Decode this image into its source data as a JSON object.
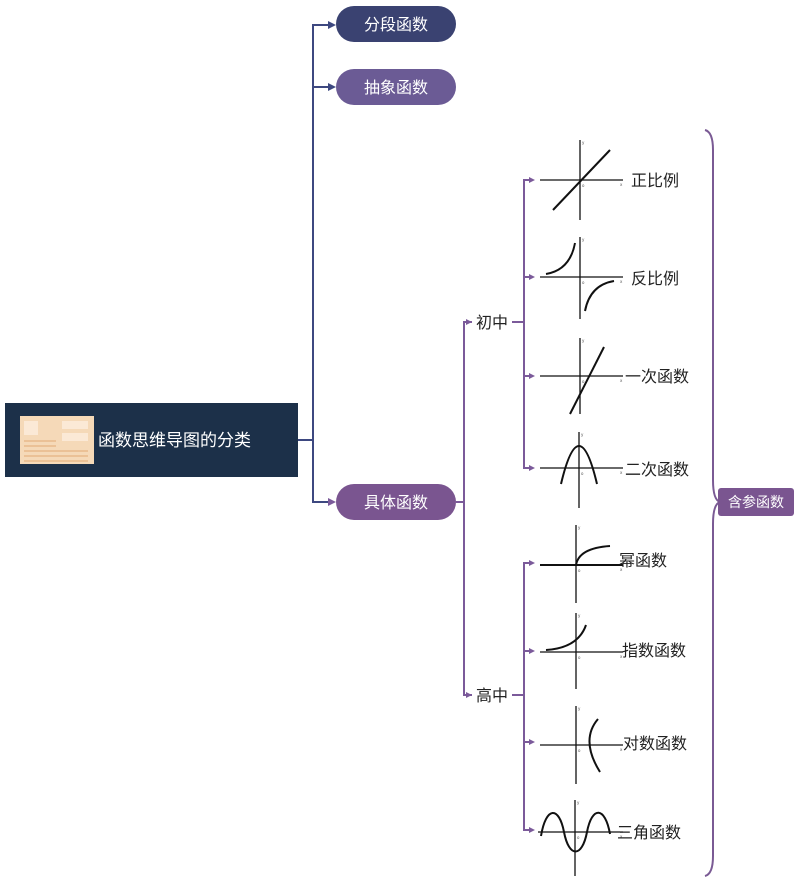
{
  "root": {
    "label": "函数思维导图的分类"
  },
  "branches": {
    "piecewise": "分段函数",
    "abstract": "抽象函数",
    "concrete": "具体函数"
  },
  "groups": {
    "middle_school": "初中",
    "high_school": "高中"
  },
  "middle_school_items": [
    "正比例",
    "反比例",
    "一次函数",
    "二次函数"
  ],
  "high_school_items": [
    "幂函数",
    "指数函数",
    "对数函数",
    "三角函数"
  ],
  "side_tag": "含参函数",
  "graph_axis_labels": {
    "x": "x",
    "y": "y",
    "origin": "o"
  },
  "colors": {
    "root_bg": "#1c3049",
    "dark_pill": "#3a4271",
    "purple_pill": "#6b5b95",
    "concrete_pill": "#7a5590",
    "connector_blue": "#3d4880",
    "connector_purple": "#7b5a9a",
    "brace": "#7a5a94"
  }
}
